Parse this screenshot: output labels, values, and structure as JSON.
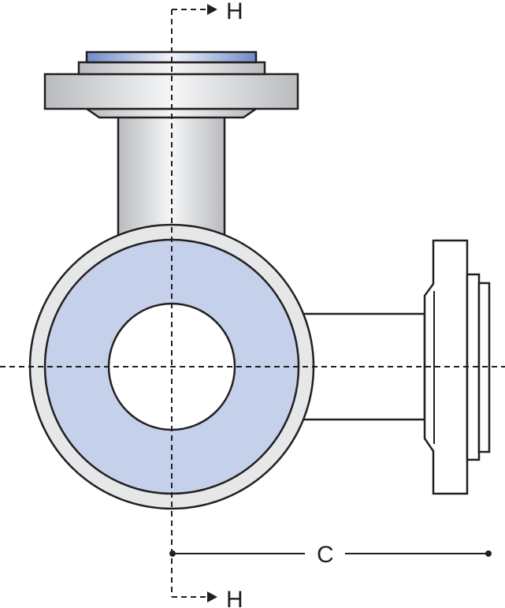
{
  "labels": {
    "section_top": "H",
    "section_bottom": "H",
    "dimension": "C"
  },
  "colors": {
    "stroke": "#231f20",
    "metal_light": "#f4f5f6",
    "metal_dark": "#b9bbbe",
    "blue_fill": "#c5d0ea",
    "blue_dark": "#6f8bc8",
    "ring_fill": "#e6e7e8"
  }
}
